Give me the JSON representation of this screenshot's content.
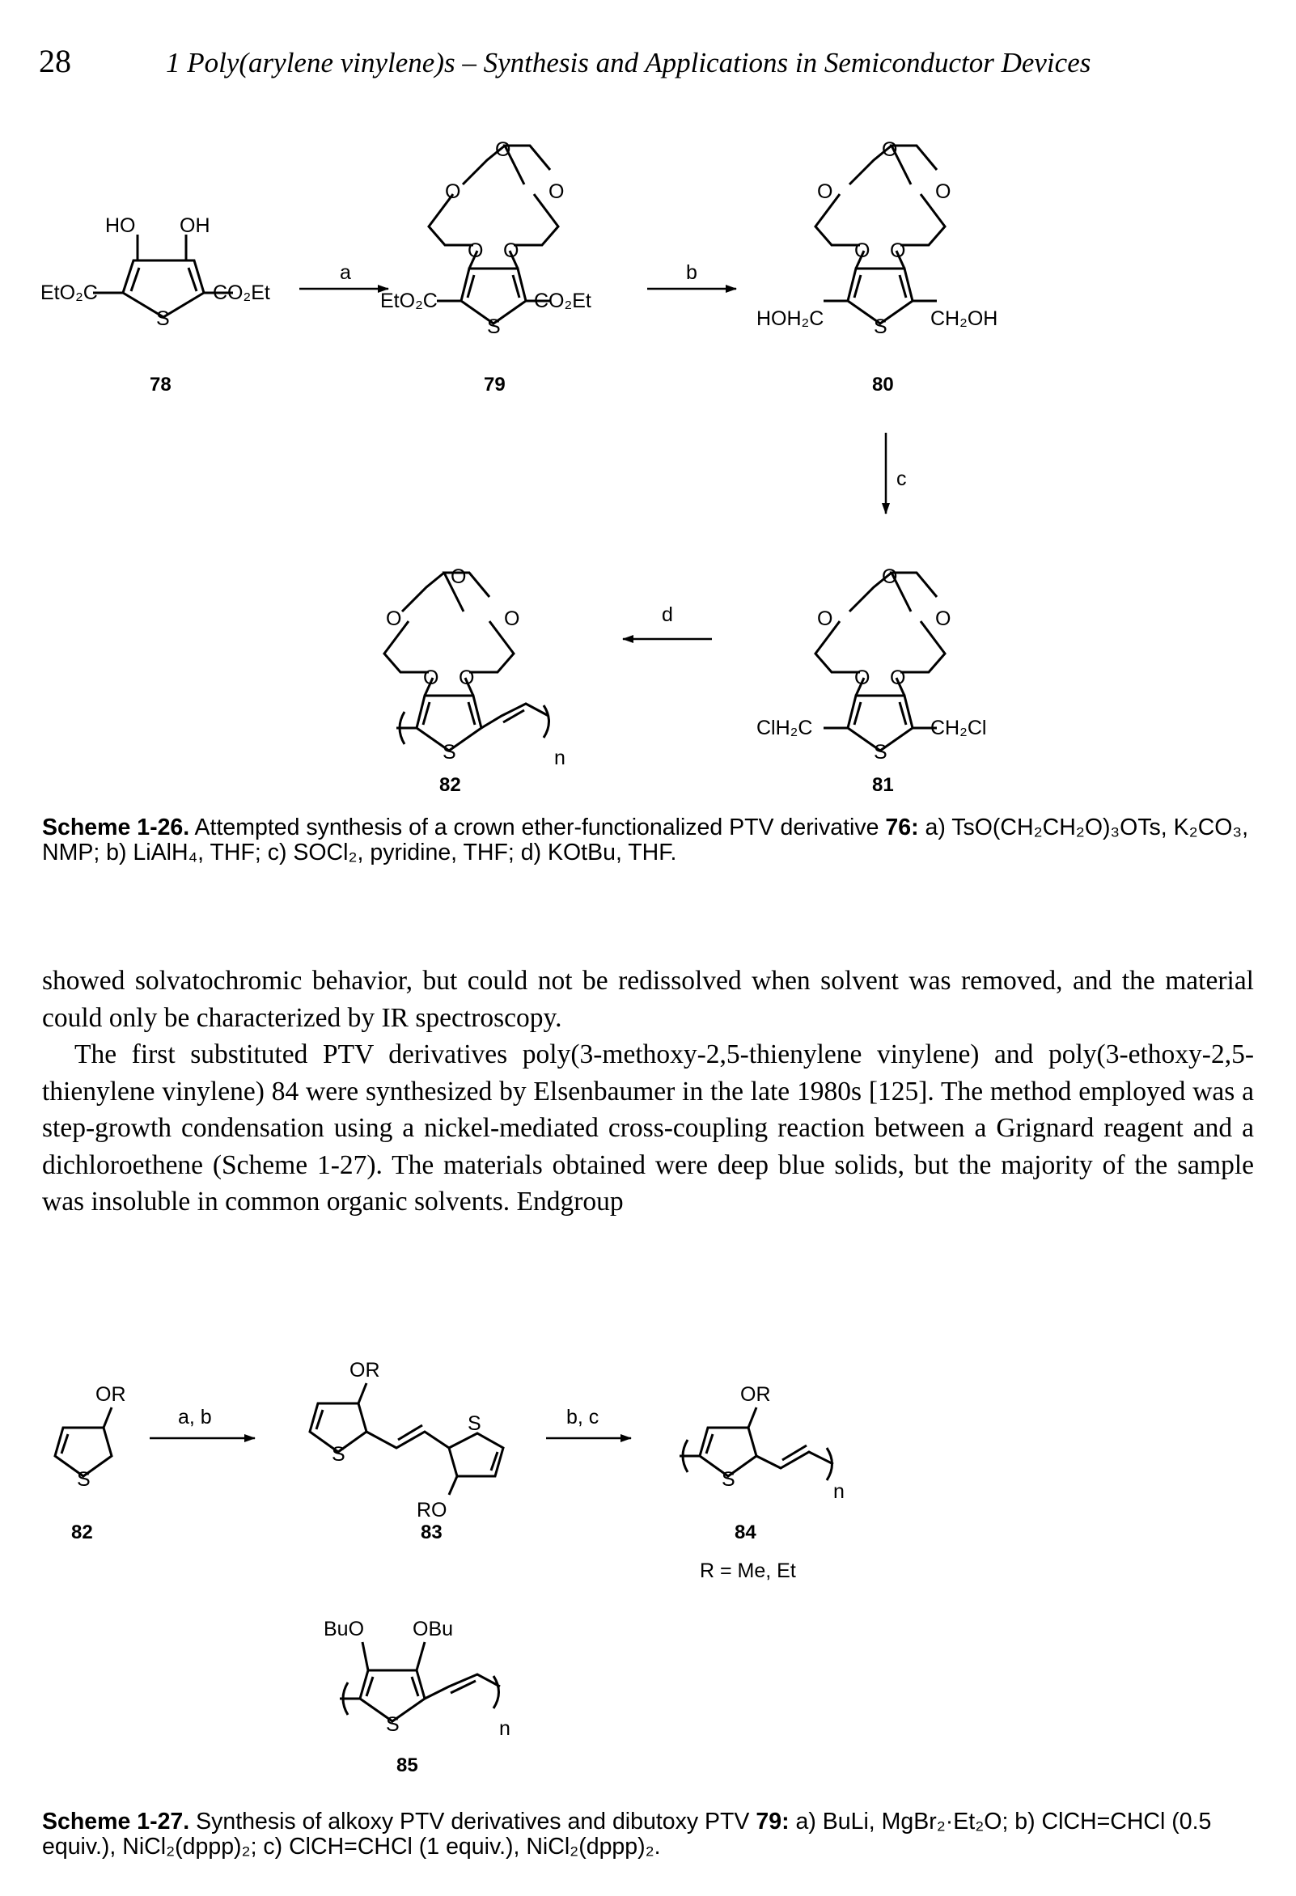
{
  "header": {
    "page_number": "28",
    "running_title": "1 Poly(arylene vinylene)s – Synthesis and Applications in Semiconductor Devices"
  },
  "scheme_1_26": {
    "compounds": {
      "c78": {
        "number": "78",
        "substituent_left": "EtO₂C",
        "substituent_right": "CO₂Et",
        "hydroxyl_left": "HO",
        "hydroxyl_right": "OH",
        "heteroatom": "S"
      },
      "c79": {
        "number": "79",
        "substituent_left": "EtO₂C",
        "substituent_right": "CO₂Et",
        "heteroatom": "S",
        "crown_oxygen": "O"
      },
      "c80": {
        "number": "80",
        "substituent_left": "HOH₂C",
        "substituent_right": "CH₂OH",
        "heteroatom": "S",
        "crown_oxygen": "O"
      },
      "c81": {
        "number": "81",
        "substituent_left": "ClH₂C",
        "substituent_right": "CH₂Cl",
        "heteroatom": "S",
        "crown_oxygen": "O"
      },
      "c82": {
        "number": "82",
        "heteroatom": "S",
        "repeat": "n",
        "crown_oxygen": "O"
      }
    },
    "arrows": {
      "a": "a",
      "b": "b",
      "c": "c",
      "d": "d"
    },
    "caption_label": "Scheme 1-26.",
    "caption_text": " Attempted synthesis of a crown ether-functionalized PTV derivative ",
    "caption_ref": "76:",
    "caption_conditions": " a) TsO(CH₂CH₂O)₃OTs, K₂CO₃, NMP; b) LiAlH₄, THF; c) SOCl₂, pyridine, THF; d) KOtBu, THF."
  },
  "body": {
    "paragraph_1": "showed solvatochromic behavior, but could not be redissolved when solvent was removed, and the material could only be characterized by IR spectroscopy.",
    "paragraph_2": "The first substituted PTV derivatives poly(3-methoxy-2,5-thienylene vinylene) and poly(3-ethoxy-2,5-thienylene vinylene) 84 were synthesized by Elsenbaumer in the late 1980s [125]. The method employed was a step-growth condensation using a nickel-mediated cross-coupling reaction between a Grignard reagent and a dichloroethene (Scheme 1-27). The materials obtained were deep blue solids, but the majority of the sample was insoluble in common organic solvents. Endgroup"
  },
  "scheme_1_27": {
    "compounds": {
      "c82": {
        "number": "82",
        "group": "OR",
        "heteroatom": "S"
      },
      "c83": {
        "number": "83",
        "group_top": "OR",
        "group_bottom": "RO",
        "heteroatom": "S"
      },
      "c84": {
        "number": "84",
        "group": "OR",
        "heteroatom": "S",
        "repeat": "n",
        "r_definition": "R = Me, Et"
      },
      "c85": {
        "number": "85",
        "group_left": "BuO",
        "group_right": "OBu",
        "heteroatom": "S",
        "repeat": "n"
      }
    },
    "arrows": {
      "first": "a, b",
      "second": "b, c"
    },
    "caption_label": "Scheme 1-27.",
    "caption_text": " Synthesis of alkoxy PTV derivatives and dibutoxy PTV ",
    "caption_ref": "79:",
    "caption_conditions": " a) BuLi, MgBr₂·Et₂O; b) ClCH=CHCl (0.5 equiv.), NiCl₂(dppp)₂; c) ClCH=CHCl (1 equiv.), NiCl₂(dppp)₂."
  }
}
